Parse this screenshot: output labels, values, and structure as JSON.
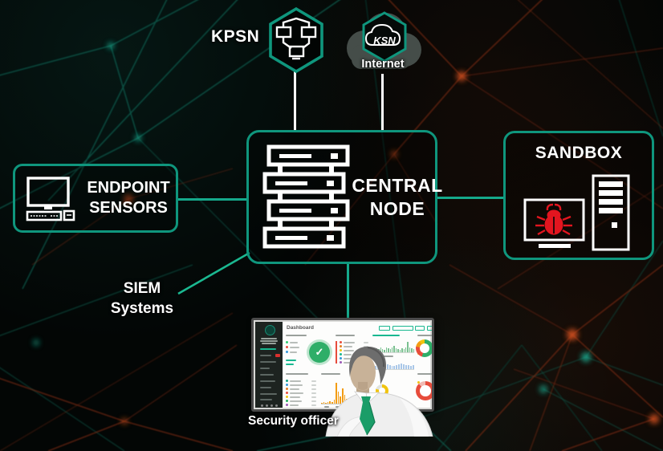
{
  "colors": {
    "background": "#030605",
    "box_border_teal": "#0f967d",
    "connector_teal": "#15a98b",
    "connector_white": "#ffffff",
    "plexus_teal": "#128a74",
    "plexus_red": "#8a2c12",
    "bug_red": "#e2151f",
    "cloud_gray": "#4b5450",
    "tie_green": "#1a9d68",
    "dashboard_accent": "#19b890",
    "dashboard_green": "#2eae68",
    "dashboard_red": "#e74c3c",
    "dashboard_yellow": "#f1c40f",
    "dashboard_orange": "#f39c12",
    "dashboard_badge_red": "#d9302e"
  },
  "nodes": {
    "kpsn": {
      "label": "KPSN"
    },
    "ksn": {
      "label": "KSN",
      "caption": "Internet"
    },
    "central_node": {
      "line1": "CENTRAL",
      "line2": "NODE"
    },
    "endpoint_sensors": {
      "line1": "ENDPOINT",
      "line2": "SENSORS"
    },
    "sandbox": {
      "label": "SANDBOX"
    },
    "siem": {
      "line1": "SIEM",
      "line2": "Systems"
    }
  },
  "dashboard": {
    "title": "Dashboard",
    "caption": "Security officer"
  }
}
